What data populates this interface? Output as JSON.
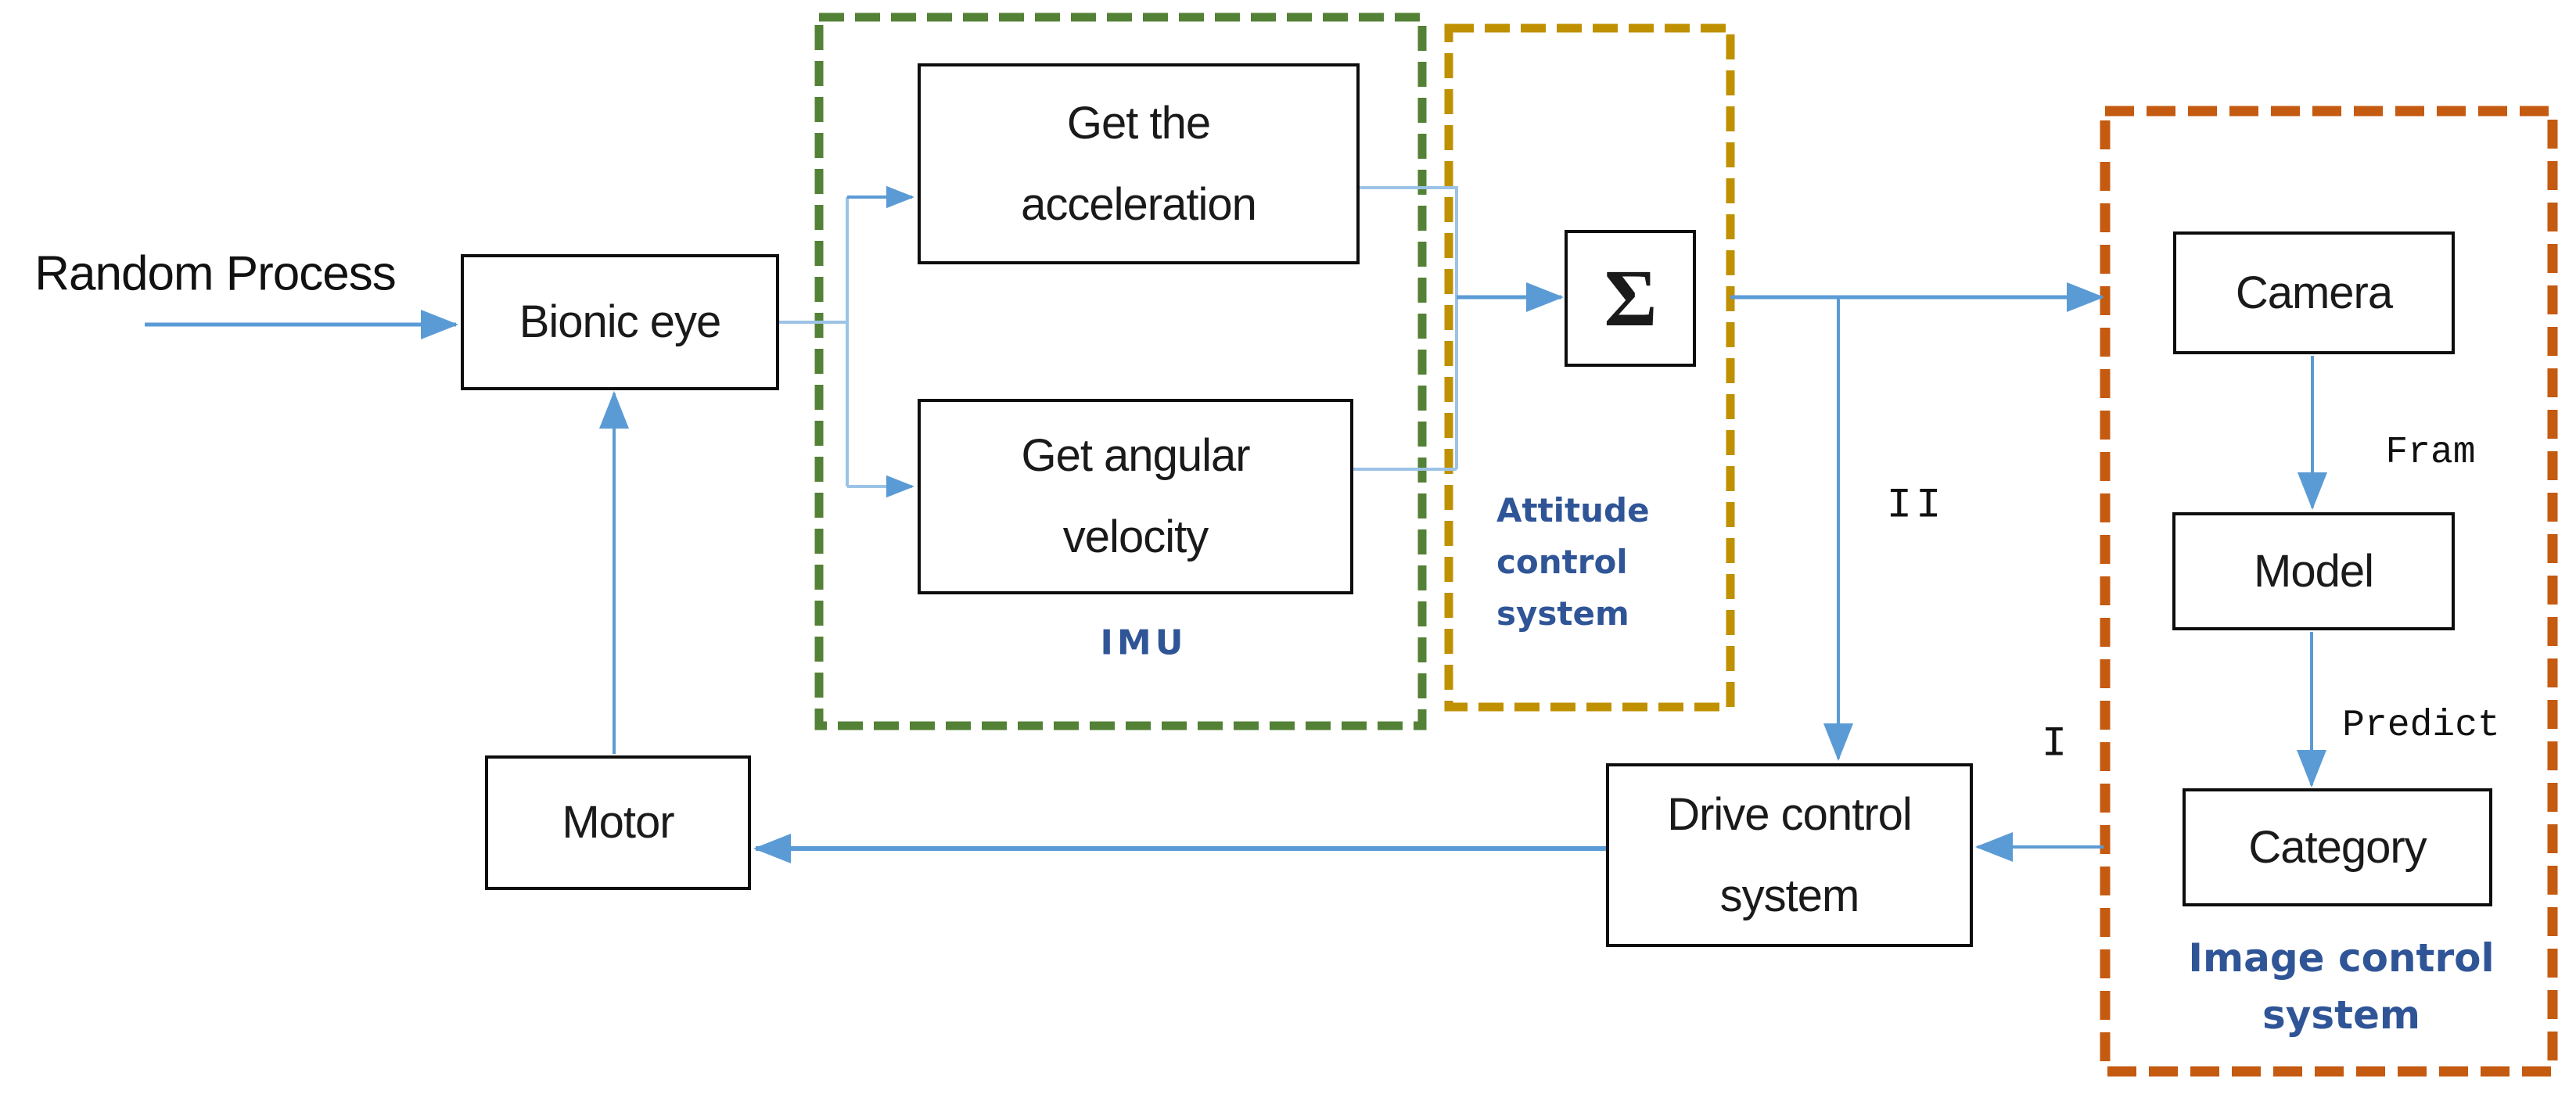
{
  "diagram": {
    "title_hint": "Bionic eye control system block diagram",
    "nodes": {
      "bionic": {
        "label": "Bionic eye"
      },
      "accel": {
        "lines": [
          "Get the",
          "acceleration"
        ]
      },
      "angular": {
        "lines": [
          "Get angular",
          "velocity"
        ]
      },
      "sigma": {
        "label": "Σ"
      },
      "camera": {
        "label": "Camera"
      },
      "model": {
        "label": "Model"
      },
      "category": {
        "label": "Category"
      },
      "drive": {
        "lines": [
          "Drive control",
          "system"
        ]
      },
      "motor": {
        "label": "Motor"
      }
    },
    "regions": {
      "imu": {
        "label": "IMU"
      },
      "attitude": {
        "lines": [
          "Attitude",
          "control",
          "system"
        ]
      },
      "image": {
        "lines": [
          "Image control",
          "system"
        ]
      }
    },
    "annotations": {
      "source": "Random Process",
      "frame": "Fram",
      "predict": "Predict",
      "loop1": "I",
      "loop2": "II"
    },
    "colors": {
      "arrow_blue": "#5B9BD5",
      "arrow_light_blue": "#9CC3E6",
      "box_border": "#0d0d0d",
      "region_label_blue": "#2F5597",
      "imu_green": "#538135",
      "attitude_gold": "#BF9000",
      "image_orange": "#C55A11"
    }
  }
}
